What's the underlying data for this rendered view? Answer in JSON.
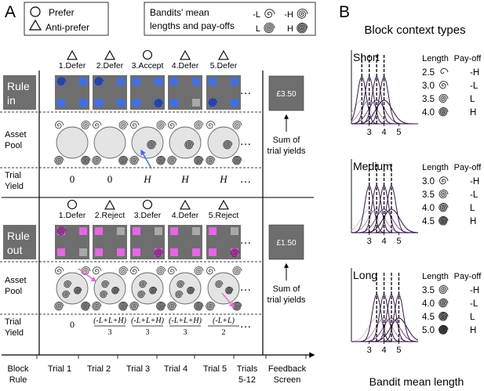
{
  "panel_a": {
    "label": "A",
    "legend_shapes": {
      "prefer": "Prefer",
      "anti_prefer": "Anti-prefer"
    },
    "legend_bandits": {
      "title_line1": "Bandits' mean",
      "title_line2": "lengths and pay-offs",
      "items": [
        {
          "label": "-L",
          "rings": 2
        },
        {
          "label": "-H",
          "rings": 3
        },
        {
          "label": "L",
          "rings": 4
        },
        {
          "label": "H",
          "rings": 5
        }
      ]
    },
    "rule_in": {
      "label_line1": "Rule",
      "label_line2": "in",
      "color": "#3f6fe6",
      "trials": [
        {
          "label": "1.Defer",
          "symbol": "triangle"
        },
        {
          "label": "2.Defer",
          "symbol": "triangle"
        },
        {
          "label": "3.Accept",
          "symbol": "circle"
        },
        {
          "label": "4.Defer",
          "symbol": "triangle"
        },
        {
          "label": "5.Defer",
          "symbol": "triangle"
        }
      ],
      "asset_pool_label": "Asset\nPool",
      "yield_label_line1": "Trial",
      "yield_label_line2": "Yield",
      "yields": [
        "0",
        "0",
        "H",
        "H",
        "H"
      ],
      "ellipsis": "…",
      "feedback_value": "£3.50"
    },
    "rule_out": {
      "label_line1": "Rule",
      "label_line2": "out",
      "color": "#e467e4",
      "trials": [
        {
          "label": "1.Defer",
          "symbol": "circle"
        },
        {
          "label": "2.Reject",
          "symbol": "triangle"
        },
        {
          "label": "3.Defer",
          "symbol": "circle"
        },
        {
          "label": "4.Defer",
          "symbol": "triangle"
        },
        {
          "label": "5.Reject",
          "symbol": "triangle"
        }
      ],
      "yields": [
        {
          "num": "0",
          "den": ""
        },
        {
          "num": "(-L+L+H)",
          "den": "3"
        },
        {
          "num": "(-L+L+H)",
          "den": "3"
        },
        {
          "num": "(-L+L+H)",
          "den": "3"
        },
        {
          "num": "(-L+L)",
          "den": "2"
        }
      ],
      "feedback_value": "£1.50"
    },
    "sum_label_line1": "Sum of",
    "sum_label_line2": "trial yields",
    "asset_label_line1": "Asset",
    "asset_label_line2": "Pool",
    "timeline": [
      {
        "line1": "Block",
        "line2": "Rule"
      },
      {
        "line1": "Trial 1",
        "line2": ""
      },
      {
        "line1": "Trial 2",
        "line2": ""
      },
      {
        "line1": "Trial 3",
        "line2": ""
      },
      {
        "line1": "Trial 4",
        "line2": ""
      },
      {
        "line1": "Trial 5",
        "line2": ""
      },
      {
        "line1": "Trials",
        "line2": "5-12"
      },
      {
        "line1": "Feedback",
        "line2": "Screen"
      }
    ]
  },
  "panel_b": {
    "label": "B",
    "title": "Block context types",
    "col_length": "Length",
    "col_payoff": "Pay-off",
    "x_axis_label": "Bandit mean length",
    "ticks": [
      "3",
      "4",
      "5"
    ],
    "contexts": [
      {
        "name": "Short",
        "rows": [
          {
            "length": "2.5",
            "payoff": "-H",
            "rings": 1
          },
          {
            "length": "3.0",
            "payoff": "-L",
            "rings": 2
          },
          {
            "length": "3.5",
            "payoff": "L",
            "rings": 3
          },
          {
            "length": "4.0",
            "payoff": "H",
            "rings": 4
          }
        ]
      },
      {
        "name": "Medium",
        "rows": [
          {
            "length": "3.0",
            "payoff": "-H",
            "rings": 2
          },
          {
            "length": "3.5",
            "payoff": "-L",
            "rings": 3
          },
          {
            "length": "4.0",
            "payoff": "L",
            "rings": 4
          },
          {
            "length": "4.5",
            "payoff": "H",
            "rings": 5
          }
        ]
      },
      {
        "name": "Long",
        "rows": [
          {
            "length": "3.5",
            "payoff": "-H",
            "rings": 3
          },
          {
            "length": "4.0",
            "payoff": "-L",
            "rings": 4
          },
          {
            "length": "4.5",
            "payoff": "L",
            "rings": 5
          },
          {
            "length": "5.0",
            "payoff": "H",
            "rings": 6
          }
        ]
      }
    ]
  }
}
